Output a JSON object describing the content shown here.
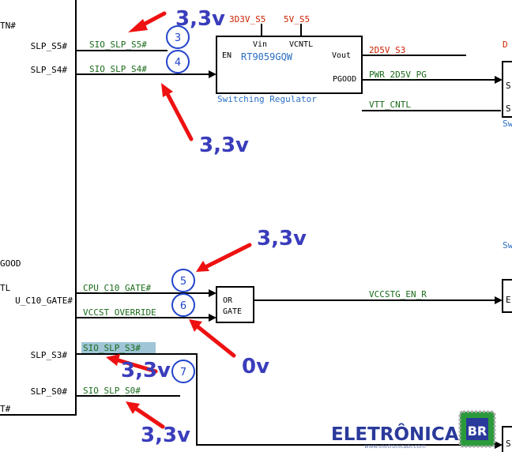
{
  "colors": {
    "wire": "#000000",
    "net_green": "#1a6b1a",
    "power_red": "#cc2200",
    "block_blue": "#2b6fc4",
    "annotation": "#3a3dbb",
    "arrow": "#ee1111",
    "highlight": "#9fc5d6"
  },
  "left_pins": {
    "tn": "TN#",
    "slp_s5": "SLP_S5#",
    "slp_s4": "SLP_S4#",
    "good": "GOOD",
    "tl": "TL",
    "c10_gate": "U_C10_GATE#",
    "slp_s3": "SLP_S3#",
    "slp_s0": "SLP_S0#",
    "t": "T#"
  },
  "nets": {
    "sio_slp_s5": "SIO_SLP_S5#",
    "sio_slp_s4": "SIO_SLP_S4#",
    "cpu_c10_gate": "CPU_C10_GATE#",
    "vccst_override": "VCCST_OVERRIDE",
    "sio_slp_s3": "SIO_SLP_S3#",
    "sio_slp_s0": "SIO_SLP_S0#",
    "d2v5_s3": "2D5V_S3",
    "pwr_2d5v_pg": "PWR_2D5V_PG",
    "vtt_cntl": "VTT_CNTL",
    "vccstg_en_r": "VCCSTG_EN_R"
  },
  "power_rails": {
    "rail_3d3v_s5": "3D3V_S5",
    "rail_5v_s5": "5V_S5"
  },
  "regulator": {
    "part": "RT9059GQW",
    "caption": "Switching Regulator",
    "pin_vin": "Vin",
    "pin_vcntl": "VCNTL",
    "pin_en": "EN",
    "pin_vout": "Vout",
    "pin_pgood": "PGOOD"
  },
  "or_gate": {
    "line1": "OR",
    "line2": "GATE"
  },
  "right_edge": {
    "red_partial": "D",
    "sw_partial_1": "S",
    "sw_partial_2": "S",
    "sw_partial_3": "S",
    "sw_caption_1": "Sw",
    "sw_caption_2": "Sw",
    "k_partial": "E"
  },
  "markers": [
    "3",
    "4",
    "5",
    "6",
    "7"
  ],
  "annotations": {
    "v_top": "3,3v",
    "v_mid": "3,3v",
    "v_right": "3,3v",
    "v_0": "0v",
    "v_s3": "3,3v",
    "v_bottom": "3,3v"
  },
  "logo": {
    "text": "ELETRÔNICA",
    "badge": "BR",
    "url": "www.eletronicabr.com"
  }
}
